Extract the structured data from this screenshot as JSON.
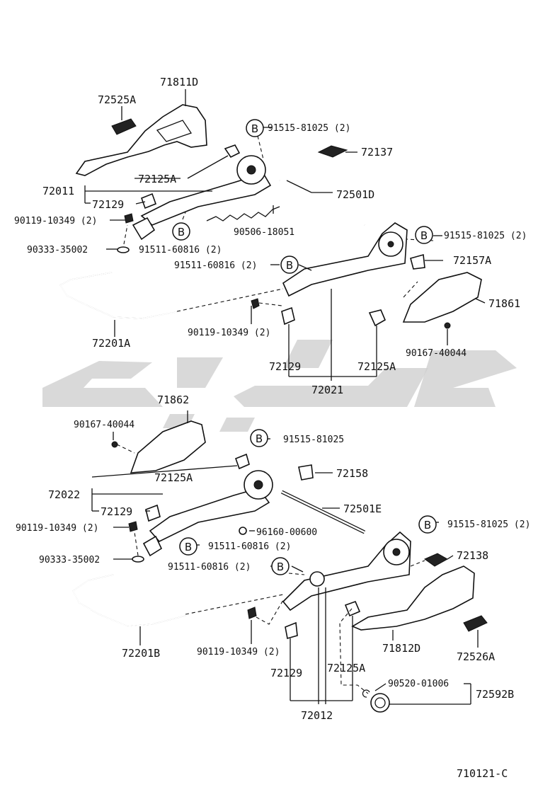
{
  "diagram_id": "710121-C",
  "callout_symbol": "B",
  "labels": {
    "l_71811D": "71811D",
    "l_72525A": "72525A",
    "l_91515_top": "91515-81025 (2)",
    "l_72137": "72137",
    "l_72125A_a": "72125A",
    "l_72011": "72011",
    "l_72501D": "72501D",
    "l_72129_a": "72129",
    "l_90119_a": "90119-10349 (2)",
    "l_90506": "90506-18051",
    "l_91515_mid": "91515-81025 (2)",
    "l_90333_a": "90333-35002",
    "l_91511_a": "91511-60816 (2)",
    "l_91511_b": "91511-60816 (2)",
    "l_72157A": "72157A",
    "l_71861": "71861",
    "l_90119_b": "90119-10349 (2)",
    "l_72201A": "72201A",
    "l_90167_a": "90167-40044",
    "l_72129_b": "72129",
    "l_72125A_b": "72125A",
    "l_72021": "72021",
    "l_71862": "71862",
    "l_90167_b": "90167-40044",
    "l_91515_c": "91515-81025",
    "l_72125A_c": "72125A",
    "l_72158": "72158",
    "l_72022": "72022",
    "l_72501E": "72501E",
    "l_72129_c": "72129",
    "l_90119_c": "90119-10349 (2)",
    "l_96160": "96160-00600",
    "l_91515_d": "91515-81025 (2)",
    "l_91511_c": "91511-60816 (2)",
    "l_90333_b": "90333-35002",
    "l_72138": "72138",
    "l_91511_d": "91511-60816 (2)",
    "l_90119_d": "90119-10349 (2)",
    "l_71812D": "71812D",
    "l_72526A": "72526A",
    "l_72201B": "72201B",
    "l_72129_d": "72129",
    "l_72125A_d": "72125A",
    "l_90520": "90520-01006",
    "l_72592B": "72592B",
    "l_72012": "72012",
    "l_code": "710121-C"
  }
}
